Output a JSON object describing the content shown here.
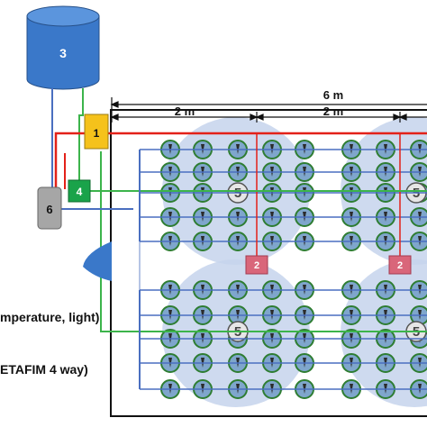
{
  "components": {
    "tank": "3",
    "controller": "1",
    "sensor_box": "4",
    "pump": "6",
    "valve": "2",
    "emitter": "5"
  },
  "dimensions": {
    "total": "6 m",
    "left_section": "2 m",
    "right_section": "2 m"
  },
  "labels": {
    "sensors": "mperature, light)",
    "dripper": "ETAFIM 4 way)"
  },
  "colors": {
    "tank": "#3a78c9",
    "controller": "#f5c21b",
    "sensor_box": "#1aa34a",
    "pump": "#a6a6a6",
    "valve": "#d9667a",
    "red_line": "#e32119",
    "green_line": "#3cb44b",
    "blue_line": "#4a6fc0",
    "plant_fill": "#2e7d32",
    "circle_fill": "#c5d3ec"
  }
}
